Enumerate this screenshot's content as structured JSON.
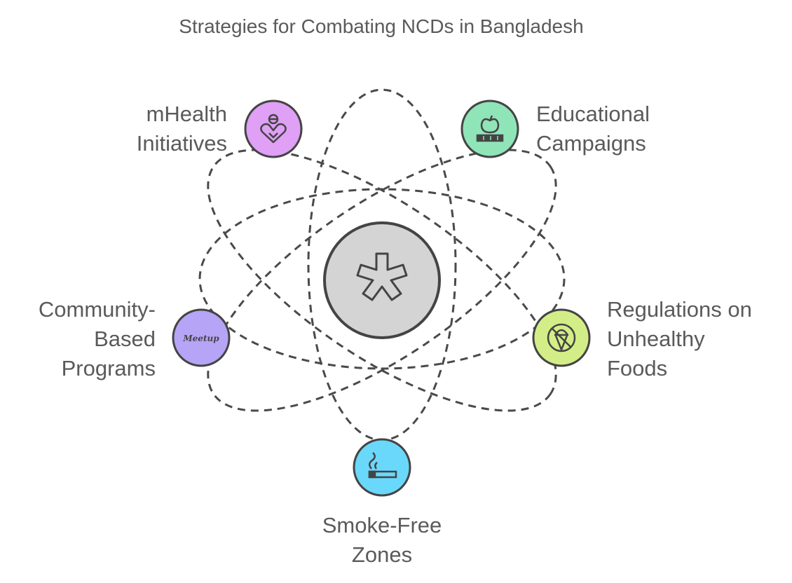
{
  "title": "Strategies for Combating NCDs in Bangladesh",
  "center": {
    "icon": "medical-star-icon",
    "fill": "#d4d4d4"
  },
  "nodes": [
    {
      "id": "mhealth",
      "lines": [
        "mHealth",
        "Initiatives"
      ],
      "icon": "heart-person-icon",
      "color": "#dfa0f5"
    },
    {
      "id": "educational",
      "lines": [
        "Educational",
        "Campaigns"
      ],
      "icon": "apple-books-icon",
      "color": "#8fe5b8"
    },
    {
      "id": "community",
      "lines": [
        "Community-",
        "Based",
        "Programs"
      ],
      "icon": "meetup-icon",
      "icon_text": "Meetup",
      "color": "#b6a4f7"
    },
    {
      "id": "regulations",
      "lines": [
        "Regulations on",
        "Unhealthy",
        "Foods"
      ],
      "icon": "no-ice-cream-icon",
      "color": "#d4ee87"
    },
    {
      "id": "smoke",
      "lines": [
        "Smoke-Free",
        "Zones"
      ],
      "icon": "cigarette-icon",
      "color": "#6ad8fb"
    }
  ],
  "colors": {
    "stroke": "#444444",
    "orbit": "#4a4a4a",
    "text": "#5a5a5a"
  }
}
